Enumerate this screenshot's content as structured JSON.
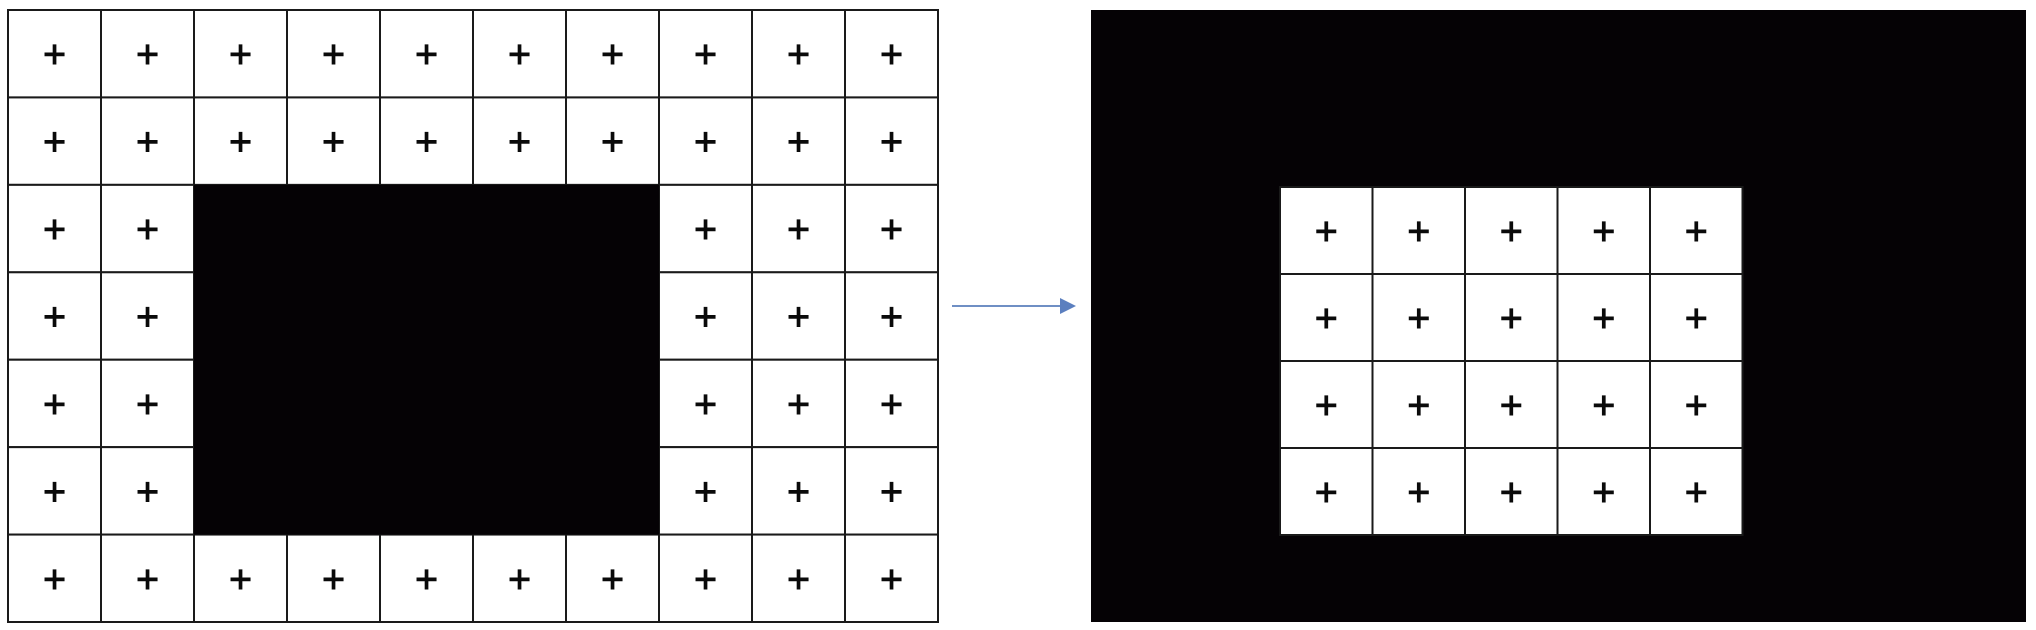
{
  "left_panel": {
    "grid_rows": 7,
    "grid_cols": 10,
    "cell_symbol": "+",
    "masked_region": {
      "row_start": 2,
      "row_end": 5,
      "col_start": 2,
      "col_end": 6
    },
    "mask_color": "#050205"
  },
  "arrow": {
    "direction": "right",
    "color": "#5b7fbf"
  },
  "right_panel": {
    "background_color": "#050205",
    "grid_rows": 4,
    "grid_cols": 5,
    "cell_symbol": "+"
  }
}
